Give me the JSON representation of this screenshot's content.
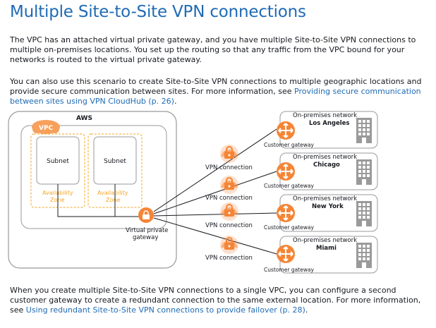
{
  "title": "Multiple Site-to-Site VPN connections",
  "p1": "The VPC has an attached virtual private gateway, and you have multiple Site-to-Site VPN connections to multiple on-premises locations. You set up the routing so that any traffic from the VPC bound for your networks is routed to the virtual private gateway.",
  "p2_text": "You can also use this scenario to create Site-to-Site VPN connections to multiple geographic locations and provide secure communication between sites. For more information, see ",
  "p2_link": "Providing secure communication between sites using VPN CloudHub (p. 26)",
  "p2_end": ".",
  "p3_text": "When you create multiple Site-to-Site VPN connections to a single VPC, you can configure a second customer gateway to create a redundant connection to the same external location. For more information, see ",
  "p3_link": "Using redundant Site-to-Site VPN connections to provide failover (p. 28)",
  "p3_end": ".",
  "diagram": {
    "aws_label": "AWS",
    "vpc_label": "VPC",
    "subnet_label": "Subnet",
    "az_line1": "Availability",
    "az_line2": "Zone",
    "vgw_line1": "Virtual private",
    "vgw_line2": "gateway",
    "vpn_label": "VPN connection",
    "onprem_label": "On-premises network",
    "cgw_label": "Customer gateway",
    "locations": [
      "Los Angeles",
      "Chicago",
      "New York",
      "Miami"
    ]
  },
  "colors": {
    "link": "#1f6bb5",
    "aws_orange": "#f58536",
    "vpc_tag": "#f7a05c",
    "az_dashed": "#f5a623"
  }
}
